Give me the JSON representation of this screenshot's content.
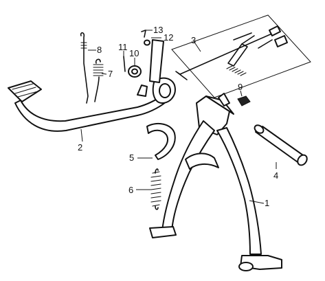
{
  "callouts": {
    "c1": "1",
    "c2": "2",
    "c3": "3",
    "c4": "4",
    "c5": "5",
    "c6": "6",
    "c7": "7",
    "c8": "8",
    "c9": "9",
    "c10": "10",
    "c11": "11",
    "c12": "12",
    "c13": "13"
  },
  "colors": {
    "ink": "#111111",
    "background": "#ffffff"
  }
}
